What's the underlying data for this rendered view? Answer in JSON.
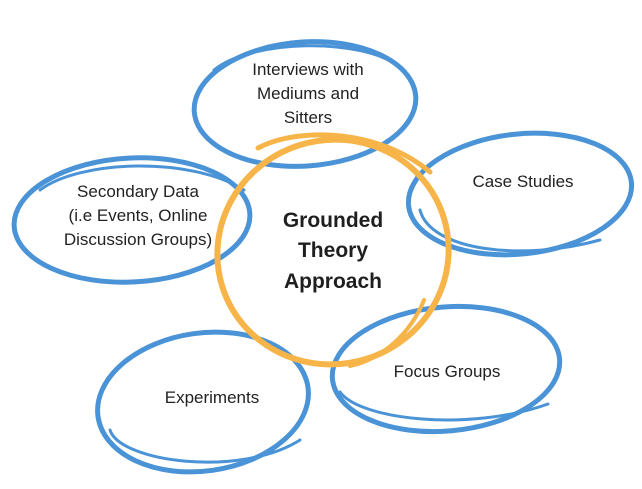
{
  "diagram": {
    "center": {
      "lines": [
        "Grounded",
        "Theory",
        "Approach"
      ],
      "color": "#F6B449"
    },
    "nodes": {
      "interviews": {
        "lines": [
          "Interviews with",
          "Mediums and",
          "Sitters"
        ]
      },
      "case_studies": {
        "lines": [
          "Case Studies"
        ]
      },
      "secondary_data": {
        "lines": [
          "Secondary Data",
          "(i.e Events, Online",
          "Discussion Groups)"
        ]
      },
      "focus_groups": {
        "lines": [
          "Focus Groups"
        ]
      },
      "experiments": {
        "lines": [
          "Experiments"
        ]
      }
    },
    "node_color": "#4A93D6"
  }
}
